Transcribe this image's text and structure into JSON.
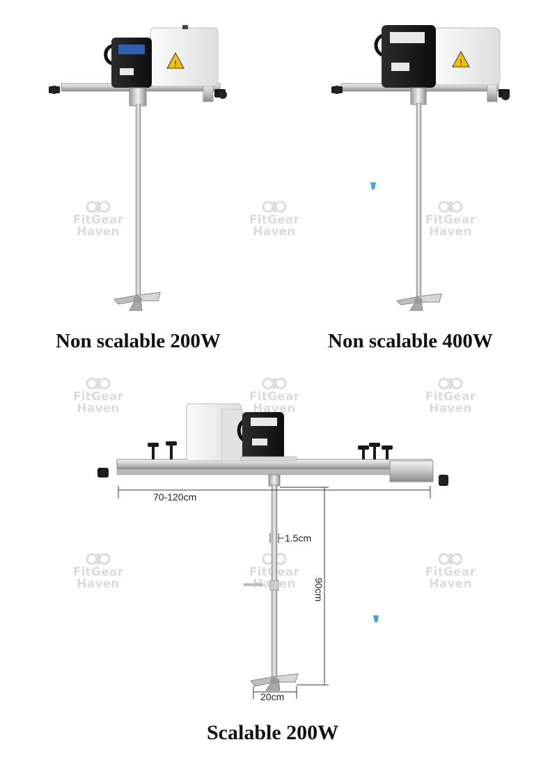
{
  "products": [
    {
      "caption": "Non scalable 200W"
    },
    {
      "caption": "Non scalable 400W"
    },
    {
      "caption": "Scalable 200W"
    }
  ],
  "dimensions": {
    "frame_width": "70-120cm",
    "shaft_diameter": "1.5cm",
    "shaft_length": "90cm",
    "impeller_diameter": "20cm"
  },
  "watermark": {
    "line1": "FitGear",
    "line2": "Haven",
    "color": "#dcdcdc"
  },
  "colors": {
    "motor_black": "#1b1b1b",
    "control_box_white": "#f1f1f1",
    "warning_yellow": "#f2c200",
    "steel": "#c9c9c9",
    "label_blue": "#2f5fb0"
  },
  "icons": [
    "warning-triangle-icon",
    "gear-wrench-logo-icon"
  ]
}
